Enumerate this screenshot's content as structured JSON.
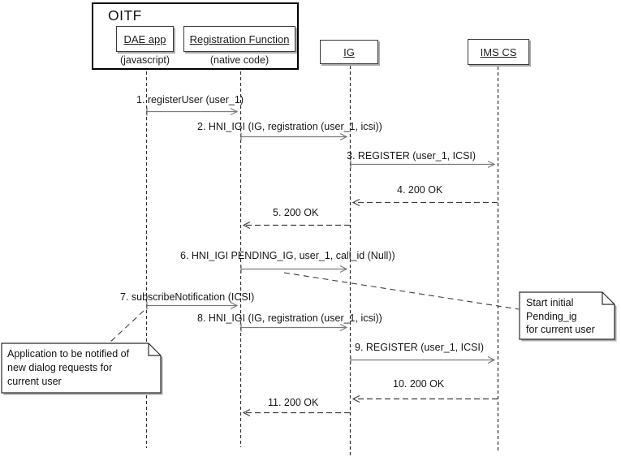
{
  "diagram": {
    "system_title": "OITF",
    "participants": [
      {
        "name": "DAE app",
        "sub": "(javascript)"
      },
      {
        "name": "Registration Function",
        "sub": "(native code)"
      },
      {
        "name": "IG"
      },
      {
        "name": "IMS CS"
      }
    ],
    "messages": [
      {
        "label": "1. registerUser (user_1)",
        "from": "DAE app",
        "to": "Registration Function",
        "line": "solid"
      },
      {
        "label": "2. HNI_IGI (IG, registration (user_1, icsi))",
        "from": "Registration Function",
        "to": "IG",
        "line": "solid"
      },
      {
        "label": "3. REGISTER (user_1, ICSI)",
        "from": "IG",
        "to": "IMS CS",
        "line": "solid"
      },
      {
        "label": "4. 200 OK",
        "from": "IMS CS",
        "to": "IG",
        "line": "dashed"
      },
      {
        "label": "5. 200 OK",
        "from": "IG",
        "to": "Registration Function",
        "line": "dashed"
      },
      {
        "label": "6. HNI_IGI PENDING_IG, user_1, call_id (Null))",
        "from": "Registration Function",
        "to": "IG",
        "line": "solid"
      },
      {
        "label": "7. subscribeNotification (ICSI)",
        "from": "DAE app",
        "to": "Registration Function",
        "line": "solid"
      },
      {
        "label": "8. HNI_IGI (IG, registration (user_1, icsi))",
        "from": "Registration Function",
        "to": "IG",
        "line": "solid"
      },
      {
        "label": "9. REGISTER (user_1, ICSI)",
        "from": "IG",
        "to": "IMS CS",
        "line": "solid"
      },
      {
        "label": "10. 200 OK",
        "from": "IMS CS",
        "to": "IG",
        "line": "dashed"
      },
      {
        "label": "11. 200 OK",
        "from": "IG",
        "to": "Registration Function",
        "line": "dashed"
      }
    ],
    "notes": [
      {
        "text": "Start initial\nPending_ig\nfor current user"
      },
      {
        "text": "Application to be notified of\nnew dialog requests for\ncurrent user"
      }
    ],
    "colors": {
      "background": "#ffffff",
      "border": "#000000",
      "solid_arrow": "#7a7a7a",
      "dashed_arrow": "#3f3f3f",
      "lifeline": "#2f2f2f",
      "shadow": "#ababab"
    }
  }
}
